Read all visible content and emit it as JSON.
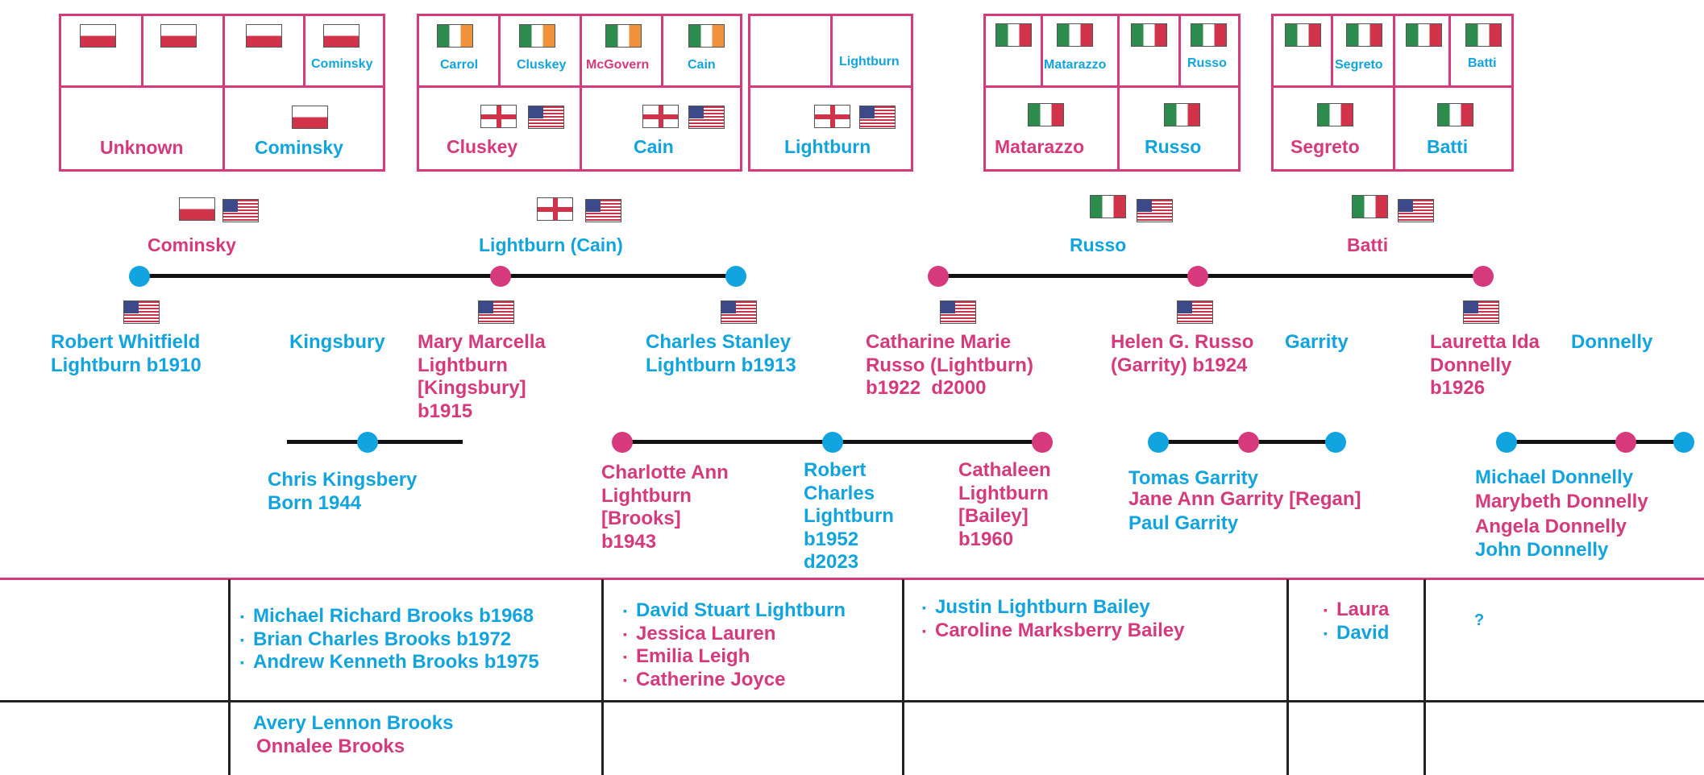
{
  "surnames": {
    "cominsky": "Cominsky",
    "lightburn_cain": "Lightburn (Cain)",
    "russo": "Russo",
    "batti": "Batti"
  },
  "ancestry": {
    "g1_small": [
      "Cominsky"
    ],
    "g1_big": [
      "Unknown",
      "Cominsky"
    ],
    "g2_small": [
      "Carrol",
      "Cluskey",
      "McGovern",
      "Cain"
    ],
    "g2_big": [
      "Cluskey",
      "Cain"
    ],
    "g3_small": [
      "Lightburn"
    ],
    "g3_big": [
      "Lightburn"
    ],
    "g4_small": [
      "Matarazzo",
      "Russo"
    ],
    "g4_big": [
      "Matarazzo",
      "Russo"
    ],
    "g5_small": [
      "Segreto",
      "Batti"
    ],
    "g5_big": [
      "Segreto",
      "Batti"
    ]
  },
  "people": {
    "robert_whitfield": [
      "Robert Whitfield",
      "Lightburn b1910"
    ],
    "kingsbury": "Kingsbury",
    "mary_marcella": [
      "Mary Marcella",
      "Lightburn",
      "[Kingsbury]",
      "b1915"
    ],
    "charles_stanley": [
      "Charles Stanley",
      "Lightburn b1913"
    ],
    "catharine_marie": [
      "Catharine Marie",
      "Russo (Lightburn)",
      "b1922  d2000"
    ],
    "helen_russo": [
      "Helen G. Russo",
      "(Garrity) b1924"
    ],
    "garrity": "Garrity",
    "lauretta": [
      "Lauretta Ida",
      "Donnelly",
      "b1926"
    ],
    "donnelly": "Donnelly",
    "chris_kingsbery": [
      "Chris Kingsbery",
      "Born 1944"
    ],
    "charlotte_ann": [
      "Charlotte Ann",
      "Lightburn",
      "[Brooks]",
      "b1943"
    ],
    "robert_charles": [
      "Robert",
      "Charles",
      "Lightburn",
      "b1952",
      "d2023"
    ],
    "cathaleen": [
      "Cathaleen",
      "Lightburn",
      "[Bailey]",
      "b1960"
    ],
    "tomas_garrity": "Tomas Garrity",
    "jane_ann": "Jane Ann Garrity [Regan]",
    "paul_garrity": "Paul Garrity",
    "michael_donnelly": "Michael Donnelly",
    "marybeth_donnelly": "Marybeth Donnelly",
    "angela_donnelly": "Angela Donnelly",
    "john_donnelly": "John Donnelly"
  },
  "grandchildren": {
    "brooks": [
      "Michael  Richard Brooks b1968",
      "Brian Charles Brooks b1972",
      "Andrew Kenneth Brooks b1975"
    ],
    "lightburn_kids": [
      "David Stuart Lightburn",
      "Jessica Lauren",
      "Emilia Leigh",
      "Catherine Joyce"
    ],
    "bailey_kids": [
      "Justin Lightburn Bailey",
      "Caroline Marksberry Bailey"
    ],
    "garrity_kids": [
      "Laura",
      "David"
    ],
    "unknown": "?"
  },
  "great_grandchildren": {
    "brooks_gg": [
      "Avery Lennon Brooks",
      "Onnalee Brooks"
    ]
  },
  "colors": {
    "female": "#d63a7d",
    "male": "#12a4df",
    "line": "#111111"
  }
}
